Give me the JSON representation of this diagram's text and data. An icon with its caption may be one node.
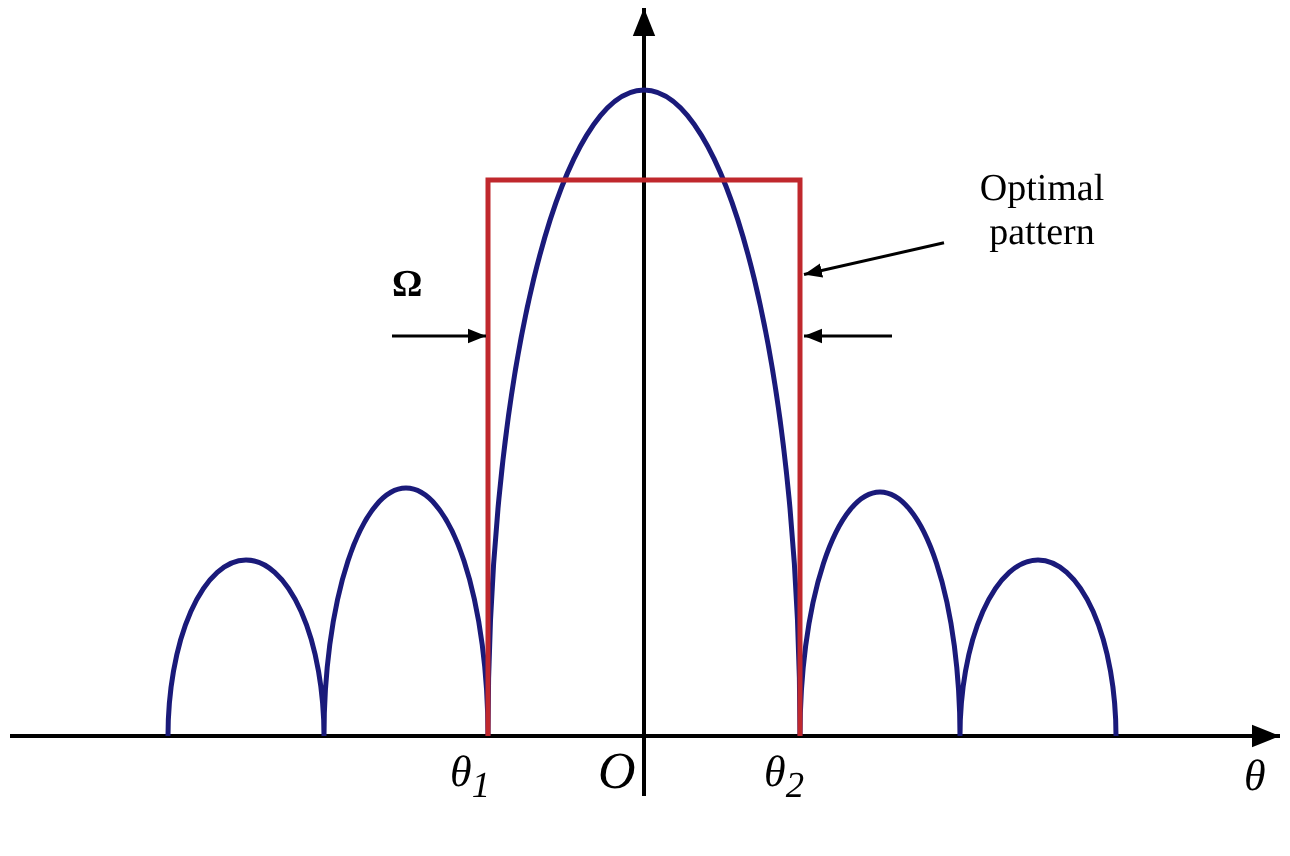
{
  "diagram": {
    "nodes": [
      {
        "text": [
          "Optimal pattern"
        ]
      },
      {
        "text": [],
        "shape": "box"
      }
    ],
    "edges": [
      {
        "from": 0,
        "to": 1,
        "arrow": "to"
      }
    ],
    "labels": [
      "Ω",
      "θ$_{1}$",
      "O",
      "θ$_{2}$",
      "θ"
    ]
  }
}
